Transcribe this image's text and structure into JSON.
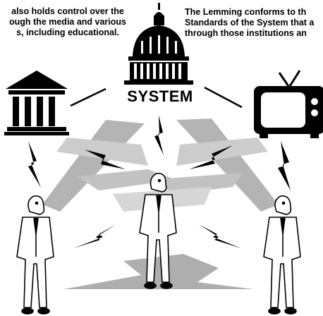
{
  "captions": {
    "left": [
      "also holds control over the",
      "ough the media and various",
      "s, including educational."
    ],
    "right": [
      "The Lemming conforms to th",
      "Standards of the System that a",
      "through those institutions an"
    ]
  },
  "center_label": "SYSTEM",
  "icons": [
    "capitol-dome-icon",
    "bank-building-icon",
    "television-icon",
    "lightning-bolt-icon",
    "lemming-figure-icon"
  ],
  "colors": {
    "ink": "#000000",
    "beam": "#9a9a9a",
    "beam_light": "#c8c8c8",
    "background": "#ffffff"
  }
}
